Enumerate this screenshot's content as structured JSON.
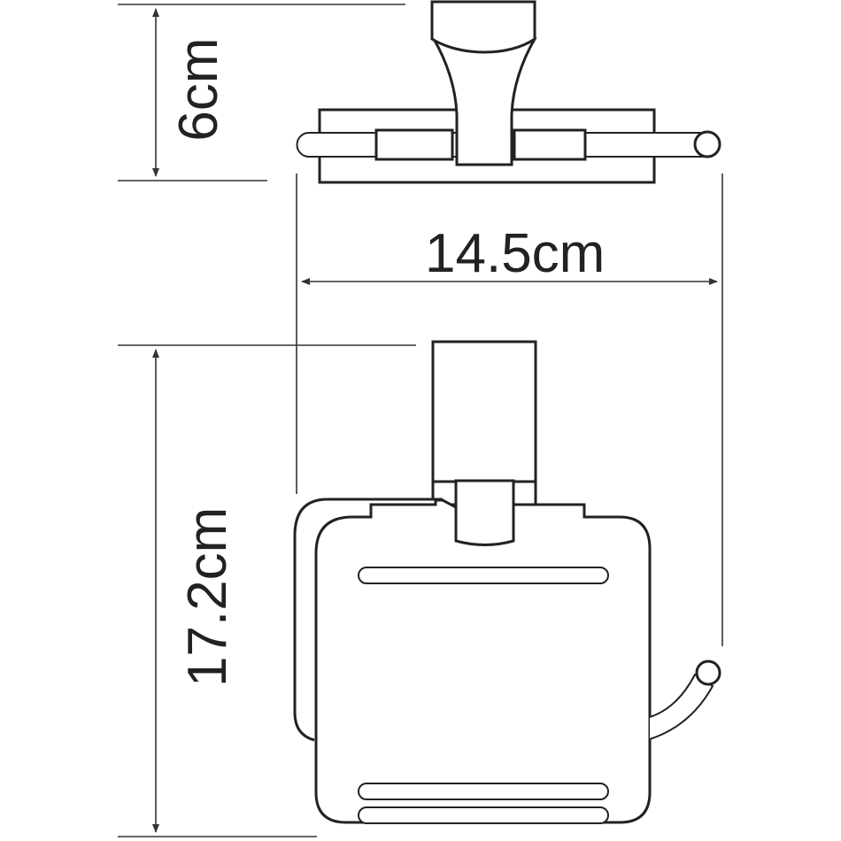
{
  "drawing": {
    "subject": "toilet paper holder with cover",
    "colors": {
      "line": "#222222",
      "dimension": "#333333",
      "background": "#ffffff"
    }
  },
  "dimensions": {
    "depth": {
      "label": "6cm",
      "orientation": "vertical"
    },
    "width": {
      "label": "14.5cm",
      "orientation": "horizontal"
    },
    "height": {
      "label": "17.2cm",
      "orientation": "vertical"
    }
  },
  "views": [
    {
      "name": "top view"
    },
    {
      "name": "front view"
    }
  ]
}
